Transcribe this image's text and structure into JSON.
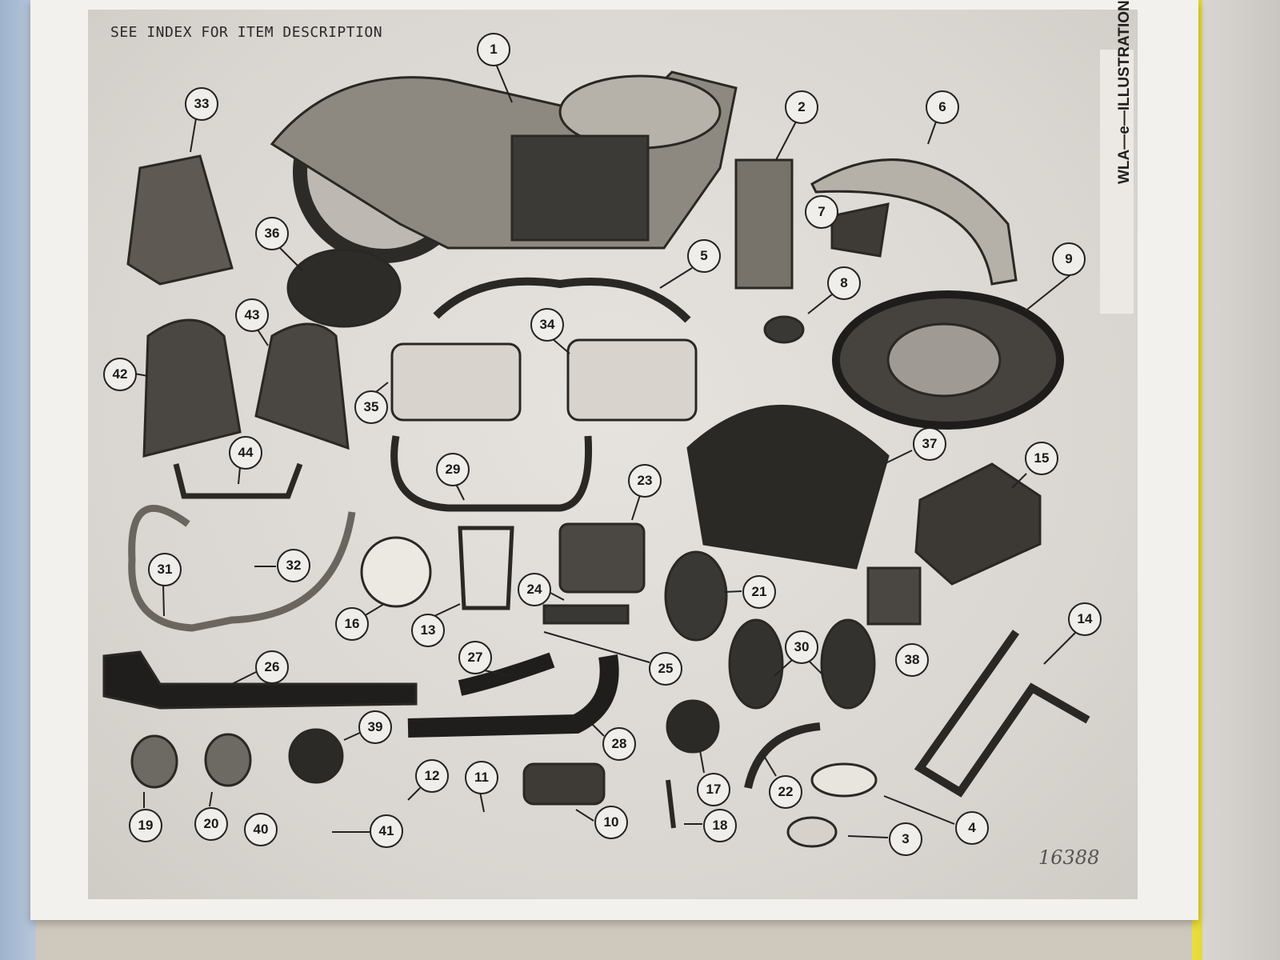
{
  "header": "SEE INDEX FOR ITEM DESCRIPTION",
  "side_title": "WLA—e—ILLUSTRATION G.",
  "handwritten_note": "16388",
  "callouts": [
    "1",
    "2",
    "3",
    "4",
    "5",
    "6",
    "7",
    "8",
    "9",
    "10",
    "11",
    "12",
    "13",
    "14",
    "15",
    "16",
    "17",
    "18",
    "19",
    "20",
    "21",
    "22",
    "23",
    "24",
    "25",
    "26",
    "27",
    "28",
    "29",
    "30",
    "31",
    "32",
    "33",
    "34",
    "35",
    "36",
    "37",
    "38",
    "39",
    "40",
    "41",
    "42",
    "43",
    "44"
  ]
}
